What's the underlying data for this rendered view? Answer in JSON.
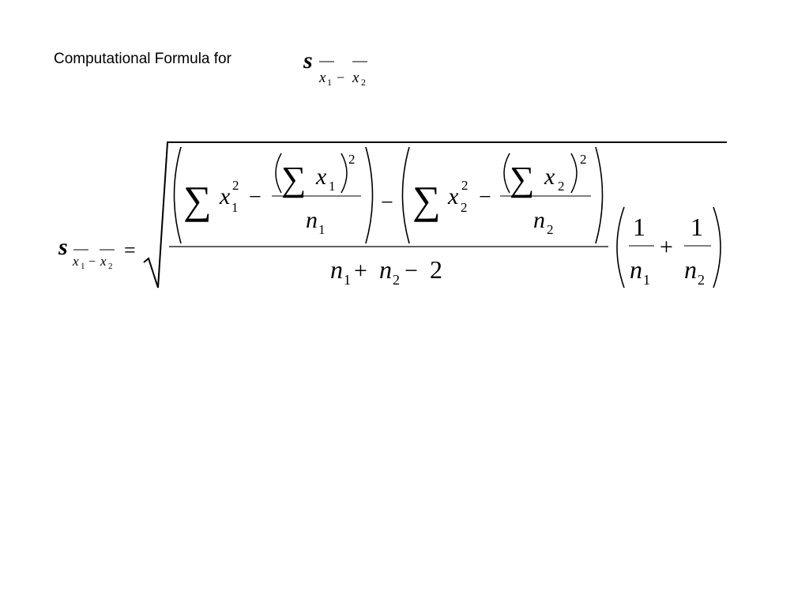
{
  "slide": {
    "heading": "Computational Formula for",
    "colors": {
      "background": "#ffffff",
      "text": "#000000"
    }
  },
  "symbols": {
    "s": "s",
    "x": "x",
    "n": "n",
    "sub_1": "1",
    "sub_2": "2",
    "sup_2": "2",
    "minus": "−",
    "plus": "+",
    "equals": "=",
    "sigma": "∑",
    "lparen": "(",
    "rparen": ")",
    "one": "1",
    "two": "2"
  }
}
